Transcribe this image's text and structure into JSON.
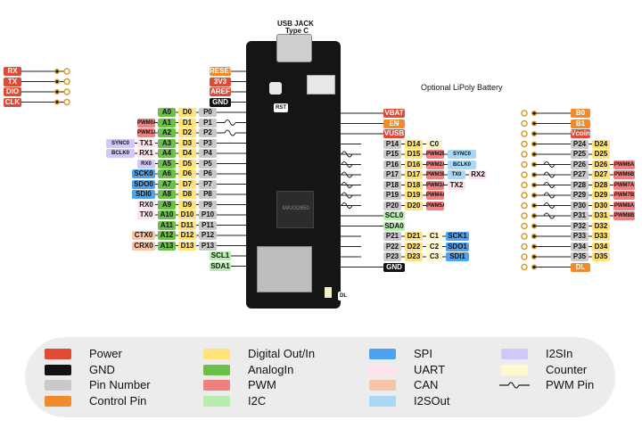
{
  "board": {
    "usb_jack": "USB JACK",
    "usb_type": "Type C",
    "battery": "Optional LiPoly Battery",
    "rst": "RST",
    "dl": "DL",
    "chip": "MAX32650"
  },
  "colors": {
    "power": "#e04b38",
    "gnd": "#111111",
    "pin": "#c9c9c9",
    "control": "#f08a2a",
    "digital": "#ffe27a",
    "analog": "#6cc04a",
    "pwm": "#f07f7f",
    "i2c": "#b9ecb0",
    "spi": "#4ea3f0",
    "uart": "#fde3ea",
    "can": "#f8c6a6",
    "i2sout": "#a9d8f6",
    "i2sin": "#cfc8f8",
    "counter": "#fff8cf"
  },
  "left_labels": [
    {
      "text": "RX",
      "type": "power"
    },
    {
      "text": "TX",
      "type": "power"
    },
    {
      "text": "DIO",
      "type": "power"
    },
    {
      "text": "CLK",
      "type": "power"
    }
  ],
  "left_header": [
    {
      "row": 0,
      "labels": [
        {
          "text": "RESET",
          "type": "control"
        }
      ]
    },
    {
      "row": 1,
      "labels": [
        {
          "text": "3V3",
          "type": "power"
        }
      ]
    },
    {
      "row": 2,
      "labels": [
        {
          "text": "AREF",
          "type": "power"
        }
      ]
    },
    {
      "row": 3,
      "labels": [
        {
          "text": "GND",
          "type": "gnd"
        }
      ]
    },
    {
      "row": 4,
      "pwm": false,
      "labels": [
        {
          "text": "A0",
          "type": "analog"
        },
        {
          "text": "D0",
          "type": "digital"
        },
        {
          "text": "P0",
          "type": "pin"
        }
      ]
    },
    {
      "row": 5,
      "pwm": true,
      "labels": [
        {
          "text": "PWM0A",
          "type": "pwm"
        },
        {
          "text": "A1",
          "type": "analog"
        },
        {
          "text": "D1",
          "type": "digital"
        },
        {
          "text": "P1",
          "type": "pin"
        }
      ]
    },
    {
      "row": 6,
      "pwm": true,
      "labels": [
        {
          "text": "PWM1A",
          "type": "pwm"
        },
        {
          "text": "A2",
          "type": "analog"
        },
        {
          "text": "D2",
          "type": "digital"
        },
        {
          "text": "P2",
          "type": "pin"
        }
      ]
    },
    {
      "row": 7,
      "pwm": false,
      "labels": [
        {
          "text": "SYNC0",
          "type": "i2sin"
        },
        {
          "text": "TX1",
          "type": "uart"
        },
        {
          "text": "A3",
          "type": "analog"
        },
        {
          "text": "D3",
          "type": "digital"
        },
        {
          "text": "P3",
          "type": "pin"
        }
      ]
    },
    {
      "row": 8,
      "pwm": false,
      "labels": [
        {
          "text": "BCLK0",
          "type": "i2sin"
        },
        {
          "text": "RX1",
          "type": "uart"
        },
        {
          "text": "A4",
          "type": "analog"
        },
        {
          "text": "D4",
          "type": "digital"
        },
        {
          "text": "P4",
          "type": "pin"
        }
      ]
    },
    {
      "row": 9,
      "pwm": false,
      "labels": [
        {
          "text": "RX0",
          "type": "i2sin"
        },
        {
          "text": "A5",
          "type": "analog"
        },
        {
          "text": "D5",
          "type": "digital"
        },
        {
          "text": "P5",
          "type": "pin"
        }
      ]
    },
    {
      "row": 10,
      "pwm": false,
      "labels": [
        {
          "text": "SCK0",
          "type": "spi"
        },
        {
          "text": "A6",
          "type": "analog"
        },
        {
          "text": "D6",
          "type": "digital"
        },
        {
          "text": "P6",
          "type": "pin"
        }
      ]
    },
    {
      "row": 11,
      "pwm": false,
      "labels": [
        {
          "text": "SDO0",
          "type": "spi"
        },
        {
          "text": "A7",
          "type": "analog"
        },
        {
          "text": "D7",
          "type": "digital"
        },
        {
          "text": "P7",
          "type": "pin"
        }
      ]
    },
    {
      "row": 12,
      "pwm": false,
      "labels": [
        {
          "text": "SDI0",
          "type": "spi"
        },
        {
          "text": "A8",
          "type": "analog"
        },
        {
          "text": "D8",
          "type": "digital"
        },
        {
          "text": "P8",
          "type": "pin"
        }
      ]
    },
    {
      "row": 13,
      "pwm": false,
      "labels": [
        {
          "text": "RX0",
          "type": "uart"
        },
        {
          "text": "A9",
          "type": "analog"
        },
        {
          "text": "D9",
          "type": "digital"
        },
        {
          "text": "P9",
          "type": "pin"
        }
      ]
    },
    {
      "row": 14,
      "pwm": false,
      "labels": [
        {
          "text": "TX0",
          "type": "uart"
        },
        {
          "text": "A10",
          "type": "analog"
        },
        {
          "text": "D10",
          "type": "digital"
        },
        {
          "text": "P10",
          "type": "pin"
        }
      ]
    },
    {
      "row": 15,
      "pwm": false,
      "labels": [
        {
          "text": "A11",
          "type": "analog"
        },
        {
          "text": "D11",
          "type": "digital"
        },
        {
          "text": "P11",
          "type": "pin"
        }
      ]
    },
    {
      "row": 16,
      "pwm": false,
      "labels": [
        {
          "text": "CTX0",
          "type": "can"
        },
        {
          "text": "A12",
          "type": "analog"
        },
        {
          "text": "D12",
          "type": "digital"
        },
        {
          "text": "P12",
          "type": "pin"
        }
      ]
    },
    {
      "row": 17,
      "pwm": false,
      "labels": [
        {
          "text": "CRX0",
          "type": "can"
        },
        {
          "text": "A13",
          "type": "analog"
        },
        {
          "text": "D13",
          "type": "digital"
        },
        {
          "text": "P13",
          "type": "pin"
        }
      ]
    },
    {
      "row": 18,
      "labels": [
        {
          "text": "SCL1",
          "type": "i2c"
        }
      ]
    },
    {
      "row": 19,
      "labels": [
        {
          "text": "SDA1",
          "type": "i2c"
        }
      ]
    }
  ],
  "right_header": [
    {
      "row": 0,
      "labels": [
        {
          "text": "VBAT",
          "type": "power"
        }
      ]
    },
    {
      "row": 1,
      "labels": [
        {
          "text": "EN",
          "type": "control"
        }
      ]
    },
    {
      "row": 2,
      "labels": [
        {
          "text": "VUSB",
          "type": "power"
        }
      ]
    },
    {
      "row": 3,
      "pwm": false,
      "labels": [
        {
          "text": "P14",
          "type": "pin"
        },
        {
          "text": "D14",
          "type": "digital"
        },
        {
          "text": "C0",
          "type": "counter"
        }
      ]
    },
    {
      "row": 4,
      "pwm": true,
      "labels": [
        {
          "text": "P15",
          "type": "pin"
        },
        {
          "text": "D15",
          "type": "digital"
        },
        {
          "text": "PWM2B",
          "type": "pwm"
        },
        {
          "text": "SYNC0",
          "type": "i2sout"
        }
      ]
    },
    {
      "row": 5,
      "pwm": true,
      "labels": [
        {
          "text": "P16",
          "type": "pin"
        },
        {
          "text": "D16",
          "type": "digital"
        },
        {
          "text": "PWM2A",
          "type": "pwm"
        },
        {
          "text": "BCLK0",
          "type": "i2sout"
        }
      ]
    },
    {
      "row": 6,
      "pwm": true,
      "labels": [
        {
          "text": "P17",
          "type": "pin"
        },
        {
          "text": "D17",
          "type": "digital"
        },
        {
          "text": "PWM3B",
          "type": "pwm"
        },
        {
          "text": "TX0",
          "type": "i2sout"
        },
        {
          "text": "RX2",
          "type": "uart"
        }
      ]
    },
    {
      "row": 7,
      "pwm": true,
      "labels": [
        {
          "text": "P18",
          "type": "pin"
        },
        {
          "text": "D18",
          "type": "digital"
        },
        {
          "text": "PWM3A",
          "type": "pwm"
        },
        {
          "text": "TX2",
          "type": "uart"
        }
      ]
    },
    {
      "row": 8,
      "pwm": true,
      "labels": [
        {
          "text": "P19",
          "type": "pin"
        },
        {
          "text": "D19",
          "type": "digital"
        },
        {
          "text": "PWM4A",
          "type": "pwm"
        }
      ]
    },
    {
      "row": 9,
      "pwm": true,
      "labels": [
        {
          "text": "P20",
          "type": "pin"
        },
        {
          "text": "D20",
          "type": "digital"
        },
        {
          "text": "PWM5A",
          "type": "pwm"
        }
      ]
    },
    {
      "row": 10,
      "labels": [
        {
          "text": "SCL0",
          "type": "i2c"
        }
      ]
    },
    {
      "row": 11,
      "labels": [
        {
          "text": "SDA0",
          "type": "i2c"
        }
      ]
    },
    {
      "row": 12,
      "pwm": false,
      "labels": [
        {
          "text": "P21",
          "type": "pin"
        },
        {
          "text": "D21",
          "type": "digital"
        },
        {
          "text": "C1",
          "type": "counter"
        },
        {
          "text": "SCK1",
          "type": "spi"
        }
      ]
    },
    {
      "row": 13,
      "pwm": false,
      "labels": [
        {
          "text": "P22",
          "type": "pin"
        },
        {
          "text": "D22",
          "type": "digital"
        },
        {
          "text": "C2",
          "type": "counter"
        },
        {
          "text": "SDO1",
          "type": "spi"
        }
      ]
    },
    {
      "row": 14,
      "pwm": false,
      "labels": [
        {
          "text": "P23",
          "type": "pin"
        },
        {
          "text": "D23",
          "type": "digital"
        },
        {
          "text": "C3",
          "type": "counter"
        },
        {
          "text": "SDI1",
          "type": "spi"
        }
      ]
    },
    {
      "row": 15,
      "labels": [
        {
          "text": "GND",
          "type": "gnd"
        }
      ]
    }
  ],
  "far_right": [
    {
      "row": 0,
      "pwm": false,
      "labels": [
        {
          "text": "B0",
          "type": "control"
        }
      ]
    },
    {
      "row": 1,
      "pwm": false,
      "labels": [
        {
          "text": "B1",
          "type": "control"
        }
      ]
    },
    {
      "row": 2,
      "pwm": false,
      "labels": [
        {
          "text": "Vcoin",
          "type": "power"
        }
      ]
    },
    {
      "row": 3,
      "pwm": false,
      "labels": [
        {
          "text": "P24",
          "type": "pin"
        },
        {
          "text": "D24",
          "type": "digital"
        }
      ]
    },
    {
      "row": 4,
      "pwm": false,
      "labels": [
        {
          "text": "P25",
          "type": "pin"
        },
        {
          "text": "D25",
          "type": "digital"
        }
      ]
    },
    {
      "row": 5,
      "pwm": true,
      "labels": [
        {
          "text": "P26",
          "type": "pin"
        },
        {
          "text": "D26",
          "type": "digital"
        },
        {
          "text": "PWM6A",
          "type": "pwm"
        }
      ]
    },
    {
      "row": 6,
      "pwm": true,
      "labels": [
        {
          "text": "P27",
          "type": "pin"
        },
        {
          "text": "D27",
          "type": "digital"
        },
        {
          "text": "PWM6B",
          "type": "pwm"
        }
      ]
    },
    {
      "row": 7,
      "pwm": true,
      "labels": [
        {
          "text": "P28",
          "type": "pin"
        },
        {
          "text": "D28",
          "type": "digital"
        },
        {
          "text": "PWM7A",
          "type": "pwm"
        }
      ]
    },
    {
      "row": 8,
      "pwm": true,
      "labels": [
        {
          "text": "P29",
          "type": "pin"
        },
        {
          "text": "D29",
          "type": "digital"
        },
        {
          "text": "PWM7B",
          "type": "pwm"
        }
      ]
    },
    {
      "row": 9,
      "pwm": true,
      "labels": [
        {
          "text": "P30",
          "type": "pin"
        },
        {
          "text": "D30",
          "type": "digital"
        },
        {
          "text": "PWM8A",
          "type": "pwm"
        }
      ]
    },
    {
      "row": 10,
      "pwm": true,
      "labels": [
        {
          "text": "P31",
          "type": "pin"
        },
        {
          "text": "D31",
          "type": "digital"
        },
        {
          "text": "PWM8B",
          "type": "pwm"
        }
      ]
    },
    {
      "row": 11,
      "pwm": false,
      "labels": [
        {
          "text": "P32",
          "type": "pin"
        },
        {
          "text": "D32",
          "type": "digital"
        }
      ]
    },
    {
      "row": 12,
      "pwm": false,
      "labels": [
        {
          "text": "P33",
          "type": "pin"
        },
        {
          "text": "D33",
          "type": "digital"
        }
      ]
    },
    {
      "row": 13,
      "pwm": false,
      "labels": [
        {
          "text": "P34",
          "type": "pin"
        },
        {
          "text": "D34",
          "type": "digital"
        }
      ]
    },
    {
      "row": 14,
      "pwm": false,
      "labels": [
        {
          "text": "P35",
          "type": "pin"
        },
        {
          "text": "D35",
          "type": "digital"
        }
      ]
    },
    {
      "row": 15,
      "pwm": false,
      "labels": [
        {
          "text": "DL",
          "type": "control"
        }
      ]
    }
  ],
  "legend": [
    {
      "label": "Power",
      "type": "power"
    },
    {
      "label": "GND",
      "type": "gnd"
    },
    {
      "label": "Pin Number",
      "type": "pin"
    },
    {
      "label": "Control Pin",
      "type": "control"
    },
    {
      "label": "Digital Out/In",
      "type": "digital"
    },
    {
      "label": "AnalogIn",
      "type": "analog"
    },
    {
      "label": "PWM",
      "type": "pwm"
    },
    {
      "label": "I2C",
      "type": "i2c"
    },
    {
      "label": "SPI",
      "type": "spi"
    },
    {
      "label": "UART",
      "type": "uart"
    },
    {
      "label": "CAN",
      "type": "can"
    },
    {
      "label": "I2SOut",
      "type": "i2sout"
    },
    {
      "label": "I2SIn",
      "type": "i2sin"
    },
    {
      "label": "Counter",
      "type": "counter"
    },
    {
      "label": "PWM Pin",
      "type": "pwm-pin"
    }
  ]
}
